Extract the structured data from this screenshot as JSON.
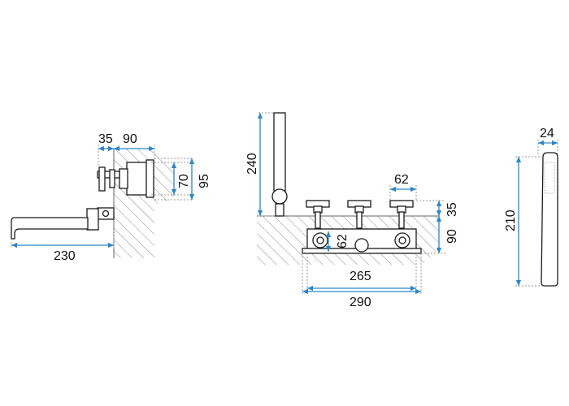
{
  "colors": {
    "dimension_line": "#2a86c9",
    "outline": "#1a1a1a",
    "hatch": "#888888",
    "background": "#ffffff"
  },
  "side_view": {
    "dim_offset": "35",
    "dim_depth": "90",
    "dim_height_inner": "70",
    "dim_height_outer": "95",
    "dim_spout_length": "230"
  },
  "front_view": {
    "dim_handshower_height": "240",
    "dim_handle_spacing": "62",
    "dim_handle_height": "35",
    "dim_body_height": "90",
    "dim_port_height": "62",
    "dim_inner_width": "265",
    "dim_outer_width": "290"
  },
  "handshower_view": {
    "dim_width": "24",
    "dim_length": "210"
  }
}
